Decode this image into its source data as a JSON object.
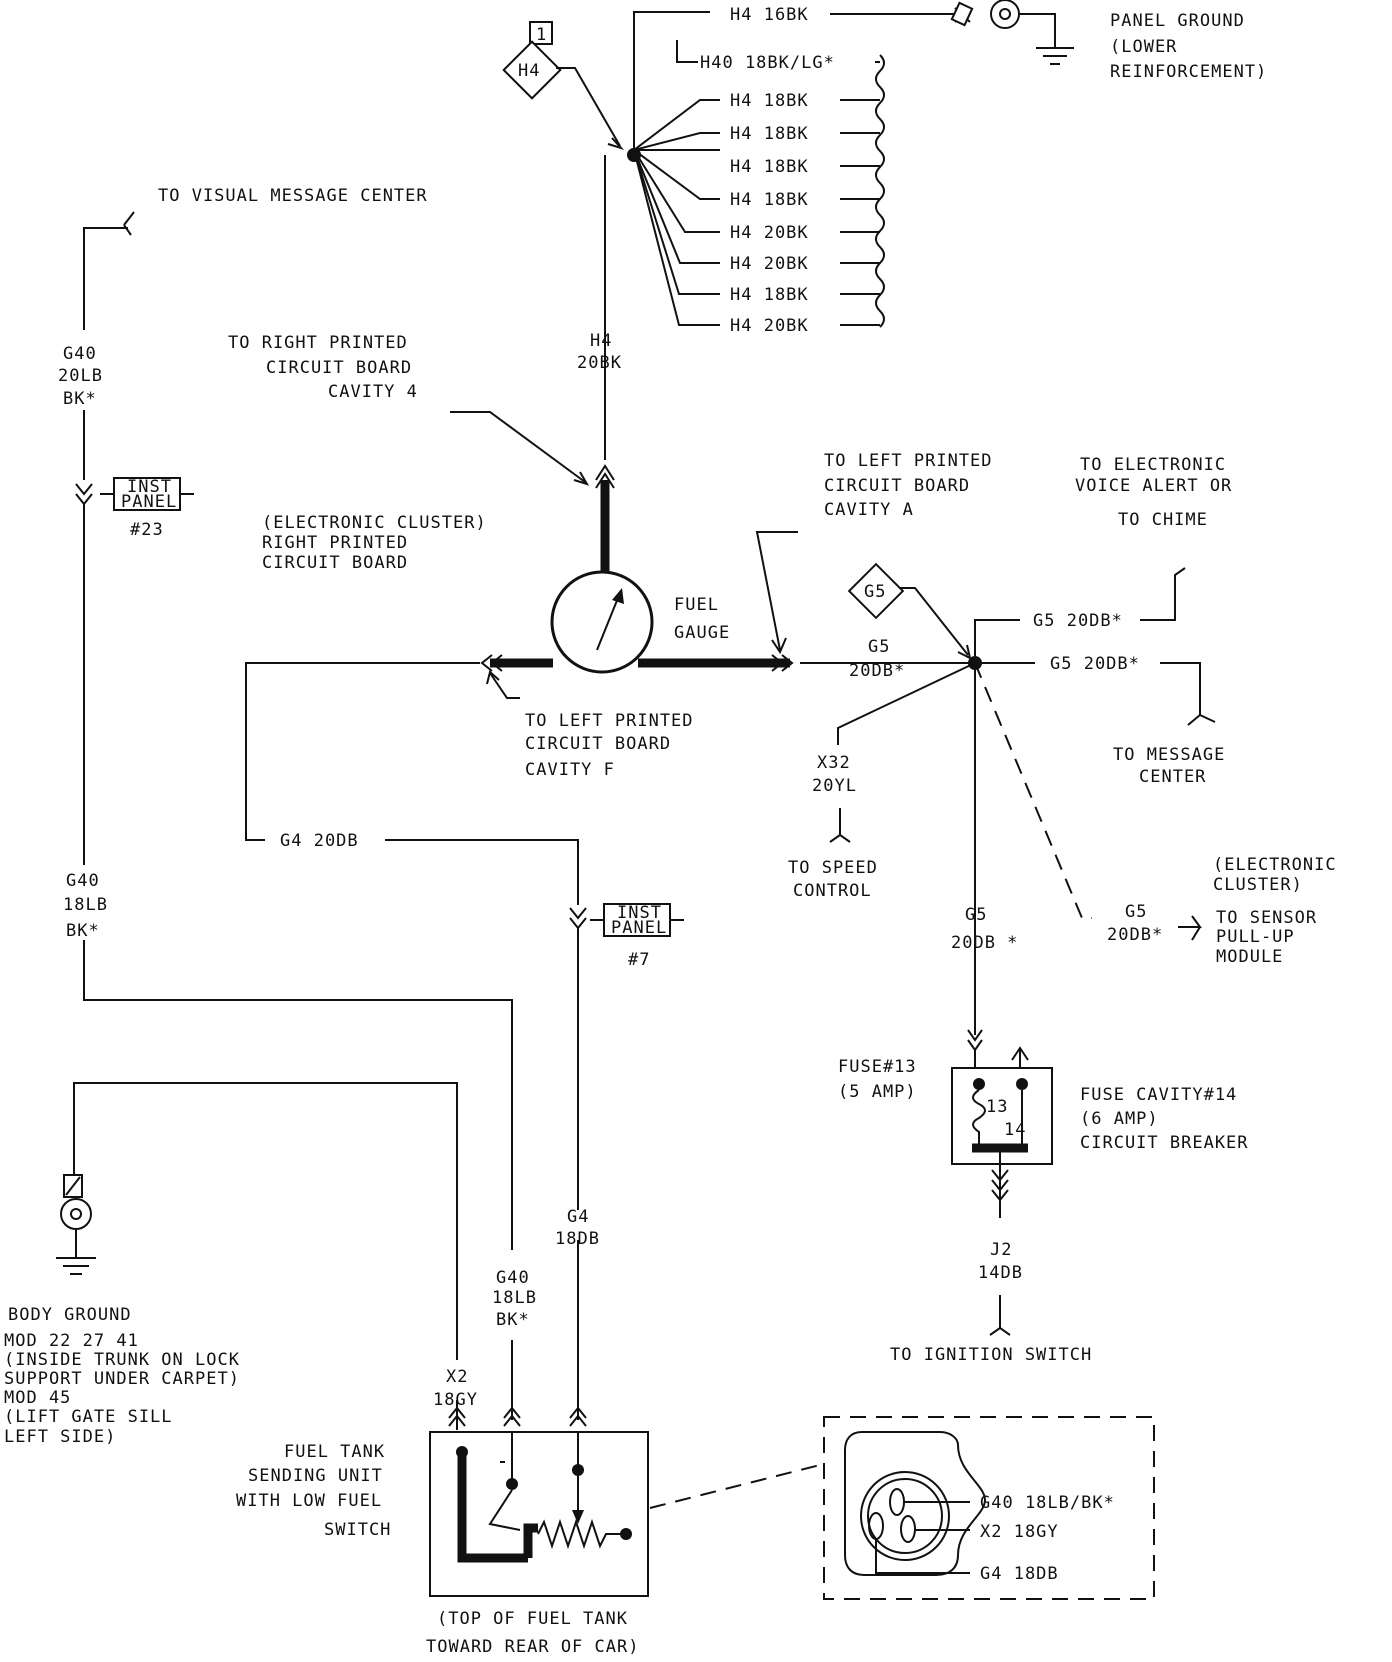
{
  "panel_ground": {
    "lines": [
      "PANEL GROUND",
      "(LOWER",
      "REINFORCEMENT)"
    ]
  },
  "h4_connector": {
    "pin": "1",
    "name": "H4"
  },
  "h4_splice_wires": [
    "H4 16BK",
    "H40 18BK/LG*",
    "H4 18BK",
    "H4 18BK",
    "H4 18BK",
    "H4 18BK",
    "H4 20BK",
    "H4 20BK",
    "H4 18BK",
    "H4 20BK"
  ],
  "h4_wire": [
    "H4",
    "20BK"
  ],
  "visual_message_center": "TO VISUAL MESSAGE CENTER",
  "g40_upper": [
    "G40",
    "20LB",
    "BK*"
  ],
  "inst_panel_23": {
    "lines": [
      "INST",
      "PANEL"
    ],
    "num": "#23"
  },
  "right_pcb_cavity": [
    "TO RIGHT PRINTED",
    "CIRCUIT BOARD",
    "CAVITY 4"
  ],
  "electronic_cluster": [
    "(ELECTRONIC CLUSTER)",
    "RIGHT PRINTED",
    "CIRCUIT BOARD"
  ],
  "fuel_gauge": [
    "FUEL",
    "GAUGE"
  ],
  "left_pcb_a": [
    "TO LEFT PRINTED",
    "CIRCUIT BOARD",
    "CAVITY A"
  ],
  "left_pcb_f": [
    "TO LEFT PRINTED",
    "CIRCUIT BOARD",
    "CAVITY F"
  ],
  "voice_alert": [
    "TO ELECTRONIC",
    "VOICE ALERT OR",
    "TO CHIME"
  ],
  "g5_connector": "G5",
  "g5_wire_top": "G5 20DB*",
  "g5_wire_msg": "G5 20DB*",
  "g5_gauge_wire": [
    "G5",
    "20DB*"
  ],
  "message_center": [
    "TO MESSAGE",
    "CENTER"
  ],
  "x32_wire": [
    "X32",
    "20YL"
  ],
  "speed_control": [
    "TO SPEED",
    "CONTROL"
  ],
  "g5_down": [
    "G5",
    "20DB *"
  ],
  "g5_sensor_wire": [
    "G5",
    "20DB*"
  ],
  "sensor_cluster": [
    "(ELECTRONIC",
    "CLUSTER)"
  ],
  "sensor_module": [
    "TO SENSOR",
    "PULL-UP",
    "MODULE"
  ],
  "g4_wire": "G4 20DB",
  "inst_panel_7": {
    "lines": [
      "INST",
      "PANEL"
    ],
    "num": "#7"
  },
  "g40_middle": [
    "G40",
    "18LB",
    "BK*"
  ],
  "fuse13": [
    "FUSE#13",
    "(5 AMP)"
  ],
  "fuse_pins": [
    "13",
    "14"
  ],
  "fuse14": [
    "FUSE CAVITY#14",
    "(6 AMP)",
    "CIRCUIT BREAKER"
  ],
  "j2_wire": [
    "J2",
    "14DB"
  ],
  "ignition_switch": "TO IGNITION SWITCH",
  "body_ground": [
    "BODY GROUND",
    "MOD 22 27 41",
    "(INSIDE TRUNK ON LOCK",
    "SUPPORT UNDER CARPET)",
    "MOD 45",
    "(LIFT GATE SILL",
    "LEFT SIDE)"
  ],
  "x2_wire": [
    "X2",
    "18GY"
  ],
  "g40_lower": [
    "G40",
    "18LB",
    "BK*"
  ],
  "g4_lower": [
    "G4",
    "18DB"
  ],
  "sending_unit": [
    "FUEL TANK",
    "SENDING UNIT",
    "WITH LOW FUEL",
    "SWITCH"
  ],
  "tank_note": [
    "(TOP OF FUEL TANK",
    "TOWARD REAR OF CAR)"
  ],
  "connector_pins": [
    "G40 18LB/BK*",
    "X2 18GY",
    "G4 18DB"
  ]
}
